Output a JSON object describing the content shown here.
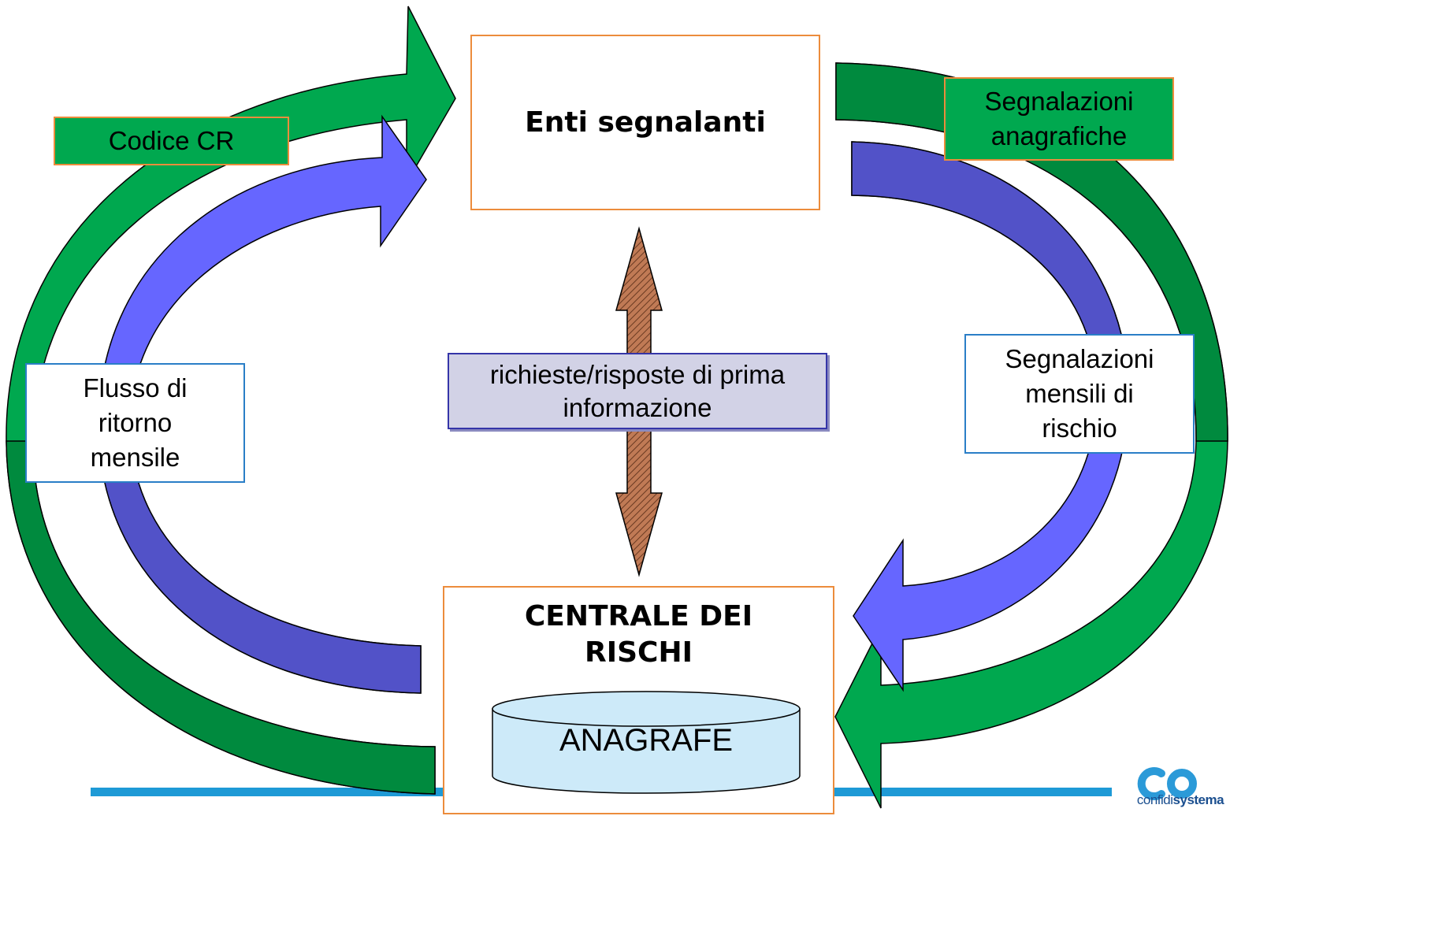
{
  "nodes": {
    "enti": "Enti segnalanti",
    "centrale": "CENTRALE DEI RISCHI",
    "anagrafe": "ANAGRAFE"
  },
  "labels": {
    "codice_cr": "Codice CR",
    "segnalazioni_anagrafiche": "Segnalazioni anagrafiche",
    "flusso_ritorno": "Flusso di ritorno mensile",
    "segnalazioni_mensili": "Segnalazioni mensili di rischio",
    "richieste_risposte": "richieste/risposte di prima informazione"
  },
  "logo": {
    "part1": "confidi",
    "part2": "systema"
  },
  "colors": {
    "green": "#00a84f",
    "dark_green": "#008a3e",
    "blue": "#6666ff",
    "dark_blue": "#5252c8",
    "box_border": "#ec8c3c",
    "note_border": "#2a7ec7",
    "info_box": "#d2d2e6",
    "arrow_brown": "#b07050",
    "footer_line": "#1e9ad6",
    "logo_blue": "#2b9ad8"
  }
}
